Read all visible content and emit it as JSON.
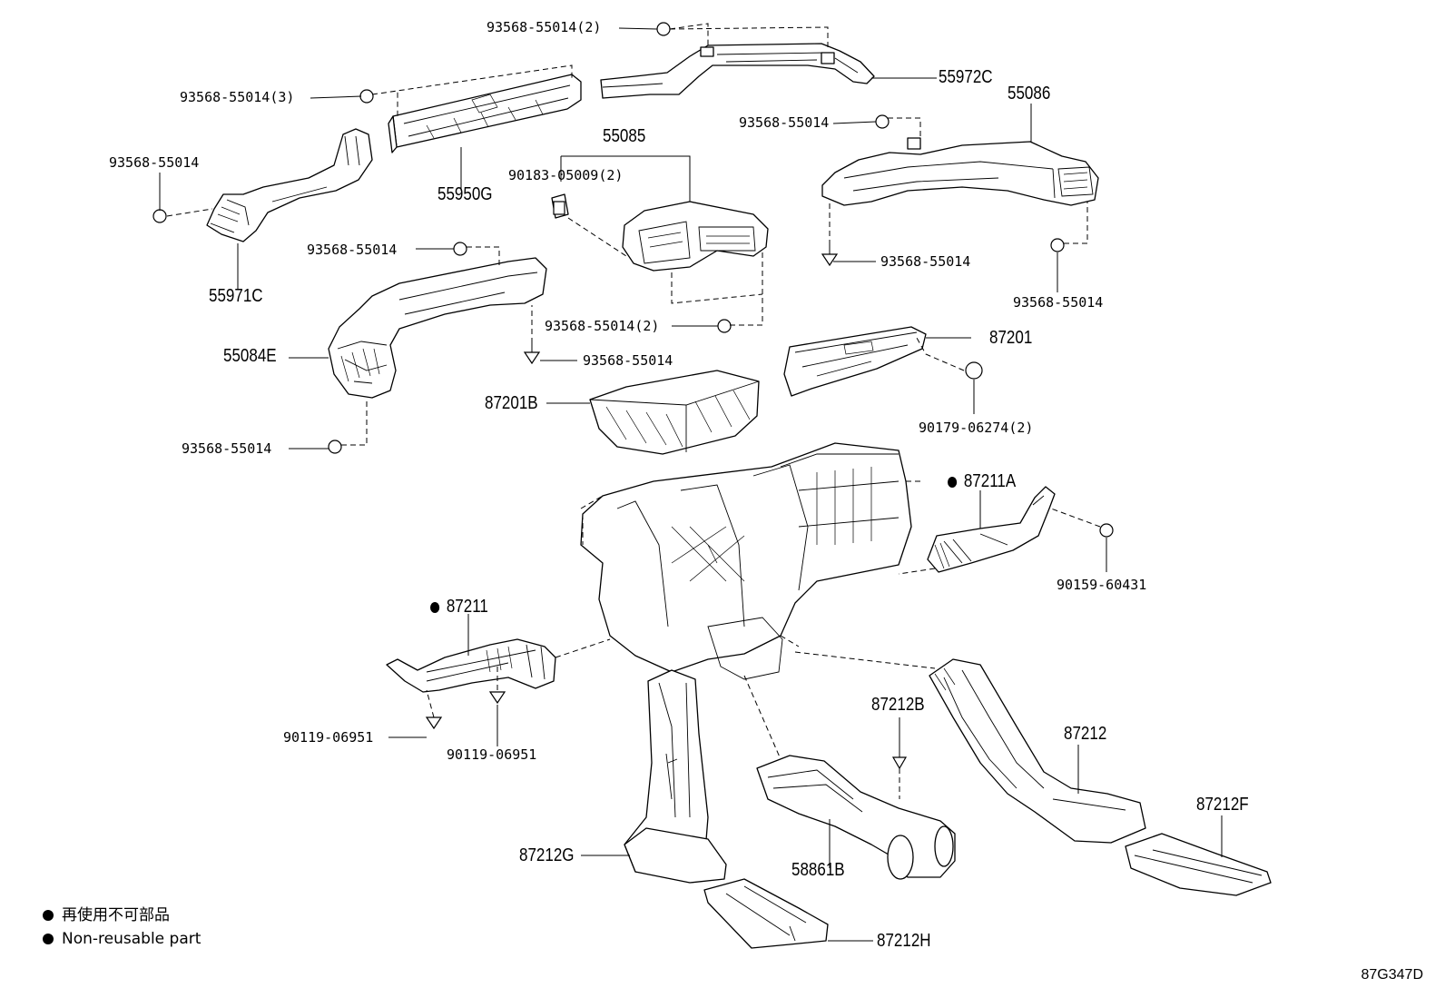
{
  "diagram": {
    "parts": {
      "p55972C": "55972C",
      "p55086": "55086",
      "p55950G": "55950G",
      "p55085": "55085",
      "p55971C": "55971C",
      "p55084E": "55084E",
      "p87201": "87201",
      "p87201B": "87201B",
      "p87211A": "87211A",
      "p87211": "87211",
      "p87212B": "87212B",
      "p87212": "87212",
      "p87212F": "87212F",
      "p87212G": "87212G",
      "p58861B": "58861B",
      "p87212H": "87212H"
    },
    "fasteners": {
      "f_top": "93568-55014(2)",
      "f_3": "93568-55014(3)",
      "f_left": "93568-55014",
      "f_upright": "93568-55014",
      "f_clip": "90183-05009(2)",
      "f_mid": "93568-55014",
      "f_right_bl": "93568-55014",
      "f_right_br": "93568-55014",
      "f_center2": "93568-55014(2)",
      "f_center": "93568-55014",
      "f_lowleft": "93568-55014",
      "f_90179": "90179-06274(2)",
      "f_90159": "90159-60431",
      "f_90119a": "90119-06951",
      "f_90119b": "90119-06951"
    },
    "non_reusable_marks": [
      "87211A",
      "87211"
    ]
  },
  "legend": {
    "line_ja": "再使用不可部品",
    "line_en": "Non-reusable part"
  },
  "drawing_code": "87G347D"
}
